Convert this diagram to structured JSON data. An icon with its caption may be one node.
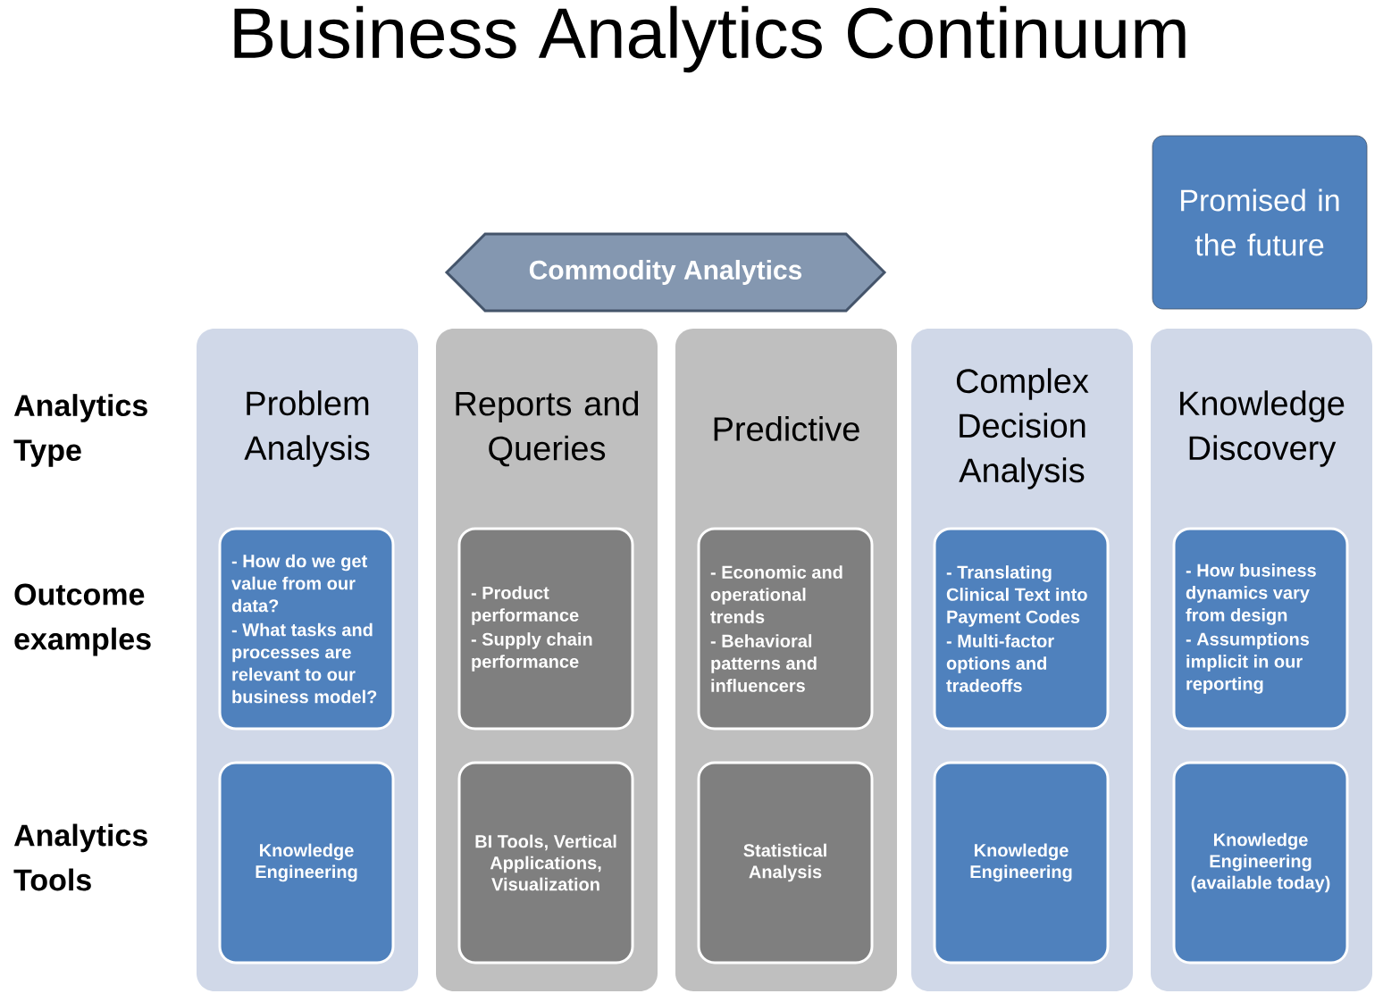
{
  "diagram": {
    "title": "Business Analytics Continuum",
    "nodes": [
      {
        "text": [
          "Promised in the future"
        ]
      },
      {
        "text": [
          "Commodity Analytics"
        ]
      },
      {
        "text": [
          "Problem Analysis"
        ]
      },
      {
        "text": [
          "- How do we get value from our data?",
          "- What tasks and processes are relevant to our business model?"
        ],
        "in": 2
      },
      {
        "text": [
          "Knowledge Engineering"
        ],
        "in": 2
      },
      {
        "text": [
          "Reports and Queries"
        ]
      },
      {
        "text": [
          "- Product performance",
          "- Supply chain performance"
        ],
        "in": 5
      },
      {
        "text": [
          "BI Tools, Vertical Applications, Visualization"
        ],
        "in": 5
      },
      {
        "text": [
          "Predictive"
        ]
      },
      {
        "text": [
          "- Economic and operational trends",
          "- Behavioral patterns and influencers"
        ],
        "in": 8
      },
      {
        "text": [
          "Statistical Analysis"
        ],
        "in": 8
      },
      {
        "text": [
          "Complex Decision Analysis"
        ]
      },
      {
        "text": [
          "- Translating Clinical Text into Payment Codes",
          "- Multi-factor options and tradeoffs"
        ],
        "in": 11
      },
      {
        "text": [
          "Knowledge Engineering"
        ],
        "in": 11
      },
      {
        "text": [
          "Knowledge Discovery"
        ]
      },
      {
        "text": [
          "- How business dynamics vary from design",
          "- Assumptions implicit in our reporting"
        ],
        "in": 14
      },
      {
        "text": [
          "Knowledge Engineering (available today)"
        ],
        "in": 14
      }
    ],
    "edges": [],
    "labels": [
      "Analytics Type",
      "Outcome examples",
      "Analytics Tools"
    ]
  }
}
